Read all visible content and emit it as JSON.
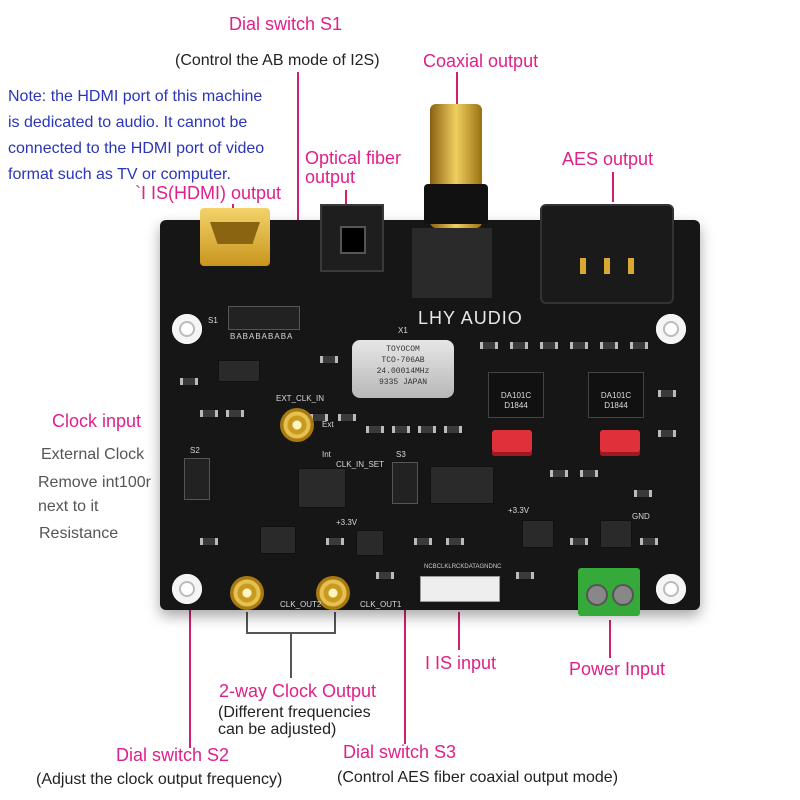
{
  "labels": {
    "dial_s1": "Dial switch S1",
    "dial_s1_desc": "(Control the AB mode of I2S)",
    "coaxial": "Coaxial output",
    "note_lines": [
      "Note: the HDMI port of this machine",
      "is dedicated to audio. It cannot be",
      "connected to the HDMI port of video",
      "format such as TV or computer."
    ],
    "iis_hdmi": "`I IS(HDMI) output",
    "optical_line1": "Optical fiber",
    "optical_line2": "output",
    "aes": "AES output",
    "clock_input": "Clock input",
    "ext_clock_lines": [
      "External Clock",
      "Remove int100r",
      "next to it",
      "Resistance"
    ],
    "iis_input": "I IS input",
    "power_input": "Power Input",
    "two_way": "2-way Clock Output",
    "two_way_desc1": "(Different frequencies",
    "two_way_desc2": "can be adjusted)",
    "dial_s2": "Dial switch S2",
    "dial_s2_desc": "(Adjust the clock output frequency)",
    "dial_s3": "Dial switch S3",
    "dial_s3_desc": "(Control AES fiber coaxial output mode)"
  },
  "board": {
    "brand": "LHY AUDIO",
    "crystal_lines": [
      "TOYOCOM",
      "TCO-706AB",
      "24.00014MHz",
      "9335  JAPAN"
    ],
    "chip_left": [
      "DA101C",
      "D1844"
    ],
    "chip_right": [
      "DA101C",
      "D1844"
    ],
    "silk_ext_clk_in": "EXT_CLK_IN",
    "silk_clk_in_set": "CLK_IN_SET",
    "silk_clk_out1": "CLK_OUT1",
    "silk_clk_out2": "CLK_OUT2",
    "silk_s1": "S1",
    "silk_s2": "S2",
    "silk_s3": "S3",
    "silk_x1": "X1",
    "silk_ext": "Ext",
    "silk_int": "Int",
    "silk_dip_ab": "BABABABABA",
    "silk_3v3": "+3.3V",
    "silk_gnd": "GND",
    "header_pins": [
      "NC",
      "BCLK",
      "LRCK",
      "DATA",
      "GND",
      "NC"
    ]
  },
  "colors": {
    "callout": "#e0208a",
    "note": "#2a35b8",
    "board": "#161616",
    "gold": "#c89a20",
    "terminal": "#35a93a"
  }
}
